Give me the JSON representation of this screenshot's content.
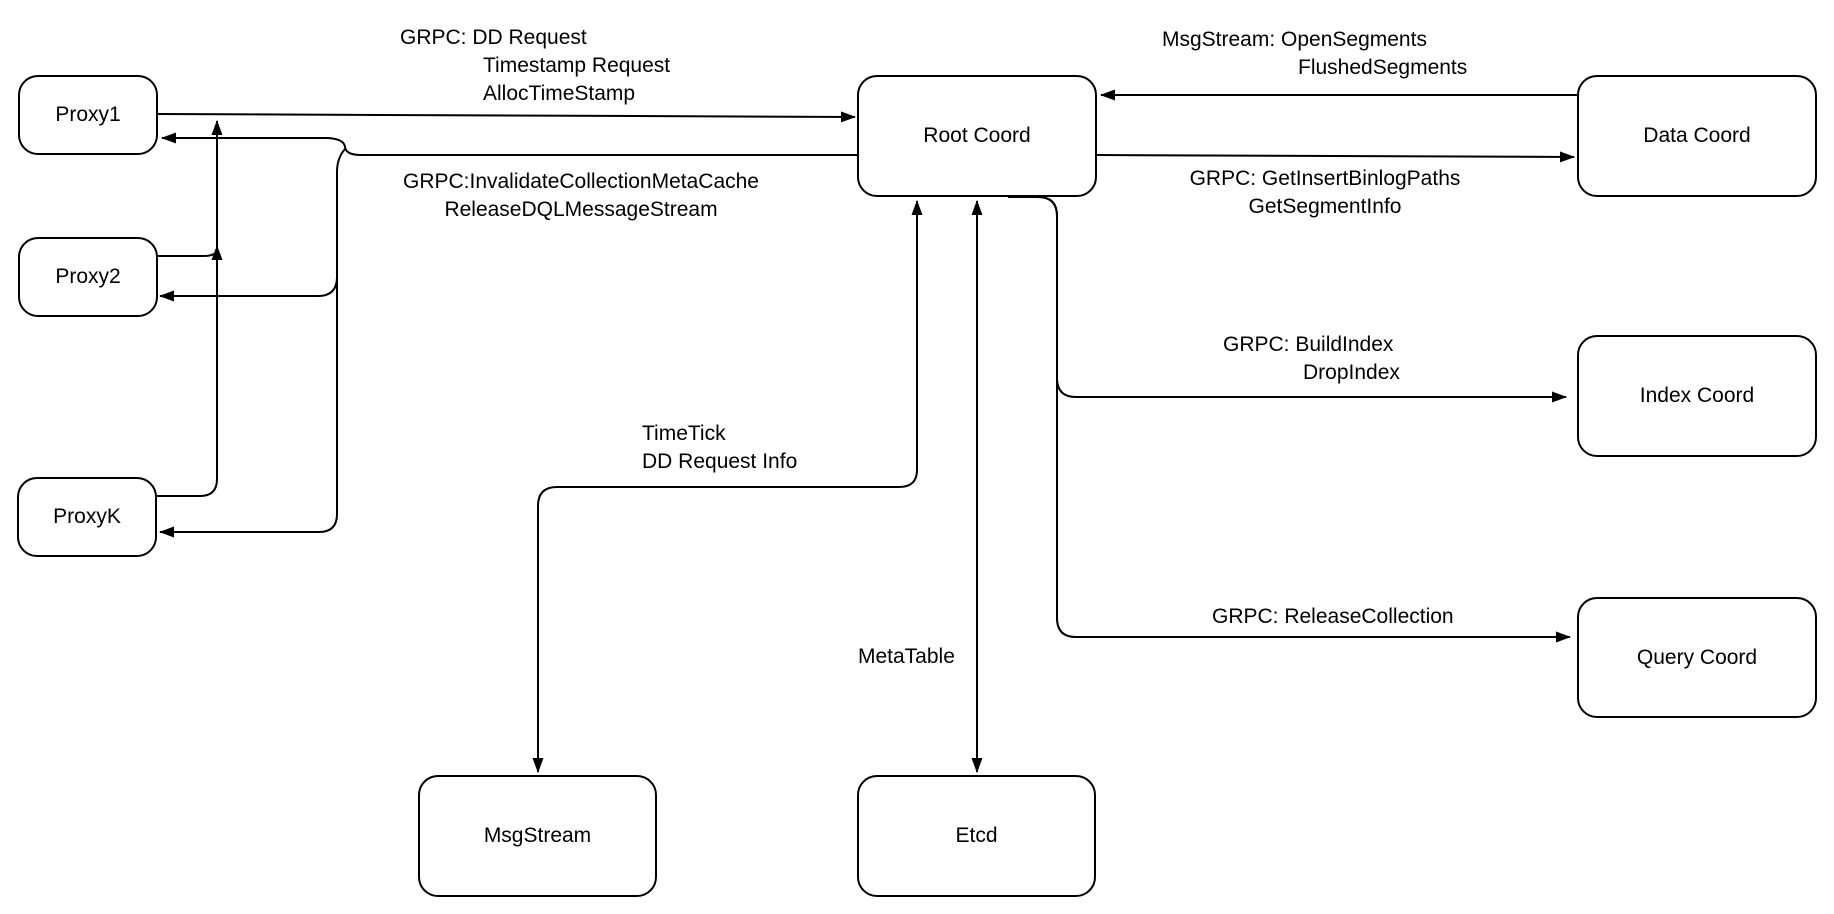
{
  "diagram": {
    "colors": {
      "background": "#ffffff",
      "stroke": "#000000",
      "text": "#000000",
      "node_fill": "#ffffff"
    },
    "nodes": {
      "proxy1": {
        "label": "Proxy1"
      },
      "proxy2": {
        "label": "Proxy2"
      },
      "proxyk": {
        "label": "ProxyK"
      },
      "root_coord": {
        "label": "Root Coord"
      },
      "data_coord": {
        "label": "Data Coord"
      },
      "index_coord": {
        "label": "Index Coord"
      },
      "query_coord": {
        "label": "Query Coord"
      },
      "msgstream": {
        "label": "MsgStream"
      },
      "etcd": {
        "label": "Etcd"
      }
    },
    "edge_labels": {
      "proxies_to_root": {
        "lines": [
          "GRPC: DD Request",
          "Timestamp Request",
          "AllocTimeStamp"
        ]
      },
      "root_to_proxies": {
        "lines": [
          "GRPC:InvalidateCollectionMetaCache",
          "ReleaseDQLMessageStream"
        ]
      },
      "data_to_root": {
        "lines": [
          "MsgStream: OpenSegments",
          "FlushedSegments"
        ]
      },
      "root_to_data": {
        "lines": [
          "GRPC: GetInsertBinlogPaths",
          "GetSegmentInfo"
        ]
      },
      "root_to_index": {
        "lines": [
          "GRPC: BuildIndex",
          "DropIndex"
        ]
      },
      "root_to_query": {
        "lines": [
          "GRPC: ReleaseCollection"
        ]
      },
      "root_msgstream": {
        "lines": [
          "TimeTick",
          "DD Request Info"
        ]
      },
      "root_etcd": {
        "lines": [
          "MetaTable"
        ]
      }
    }
  }
}
